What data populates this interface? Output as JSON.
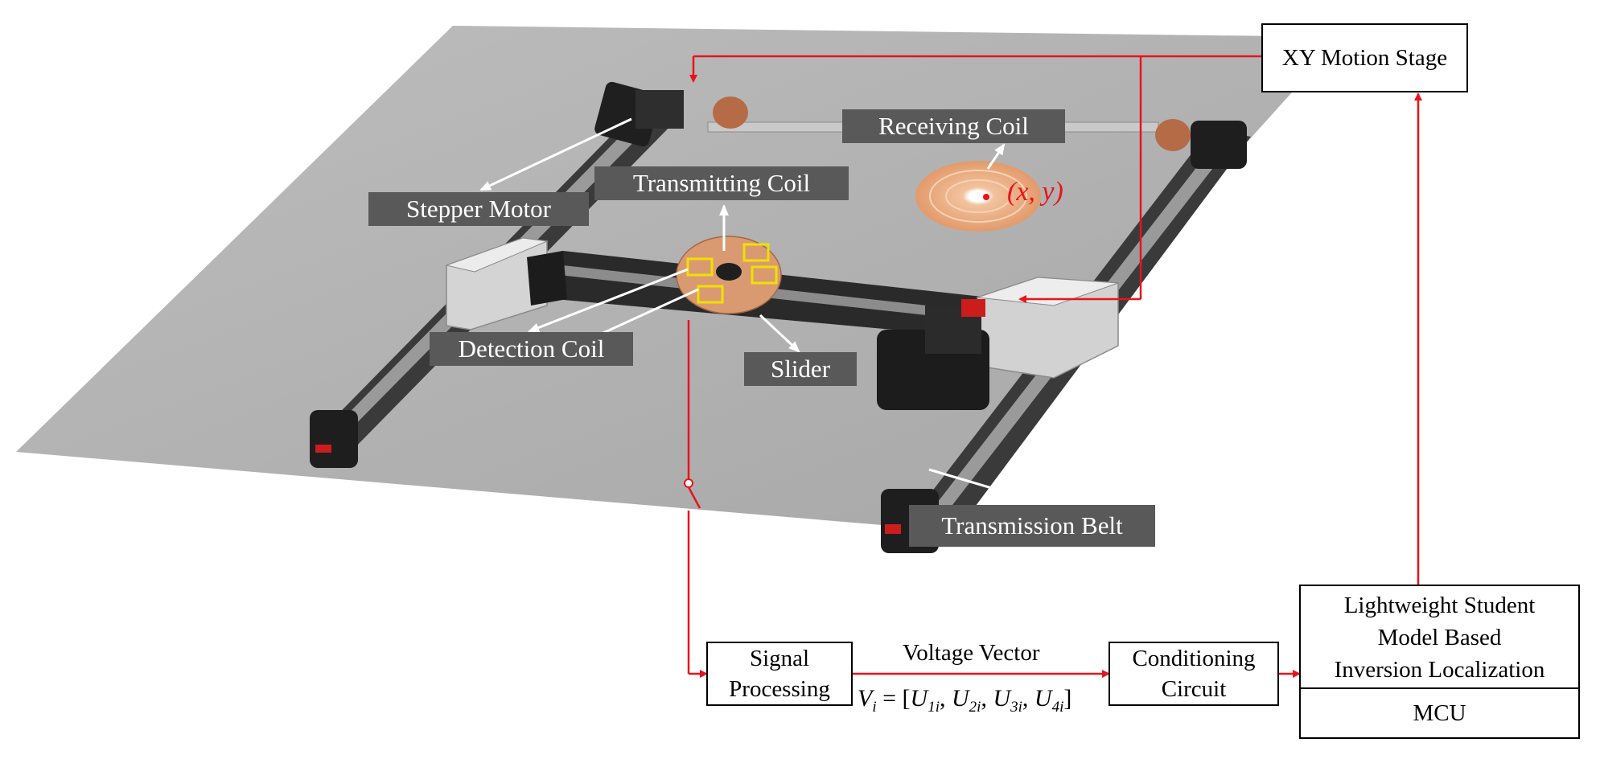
{
  "labels": {
    "stepper_motor": "Stepper Motor",
    "transmitting_coil": "Transmitting Coil",
    "receiving_coil": "Receiving Coil",
    "detection_coil": "Detection Coil",
    "slider": "Slider",
    "transmission_belt": "Transmission Belt",
    "coordinate": "(x, y)"
  },
  "boxes": {
    "xy_stage": "XY Motion Stage",
    "signal_processing_1": "Signal",
    "signal_processing_2": "Processing",
    "conditioning_1": "Conditioning",
    "conditioning_2": "Circuit",
    "model_1": "Lightweight Student",
    "model_2": "Model Based",
    "model_3": "Inversion Localization",
    "mcu": "MCU"
  },
  "edge_labels": {
    "voltage_vector": "Voltage Vector",
    "vector_lhs": "V",
    "vector_lhs_sub": "i",
    "vector_eq": " = [",
    "u1": "U",
    "u1_sub": "1i",
    "u2": "U",
    "u2_sub": "2i",
    "u3": "U",
    "u3_sub": "3i",
    "u4": "U",
    "u4_sub": "4i",
    "comma": ", ",
    "close": "]"
  },
  "colors": {
    "arrow": "#e8141b",
    "plate": "#b3b3b3",
    "label_bg": "#595959",
    "rail": "#2a2a2a",
    "coil": "#e7a57a"
  }
}
